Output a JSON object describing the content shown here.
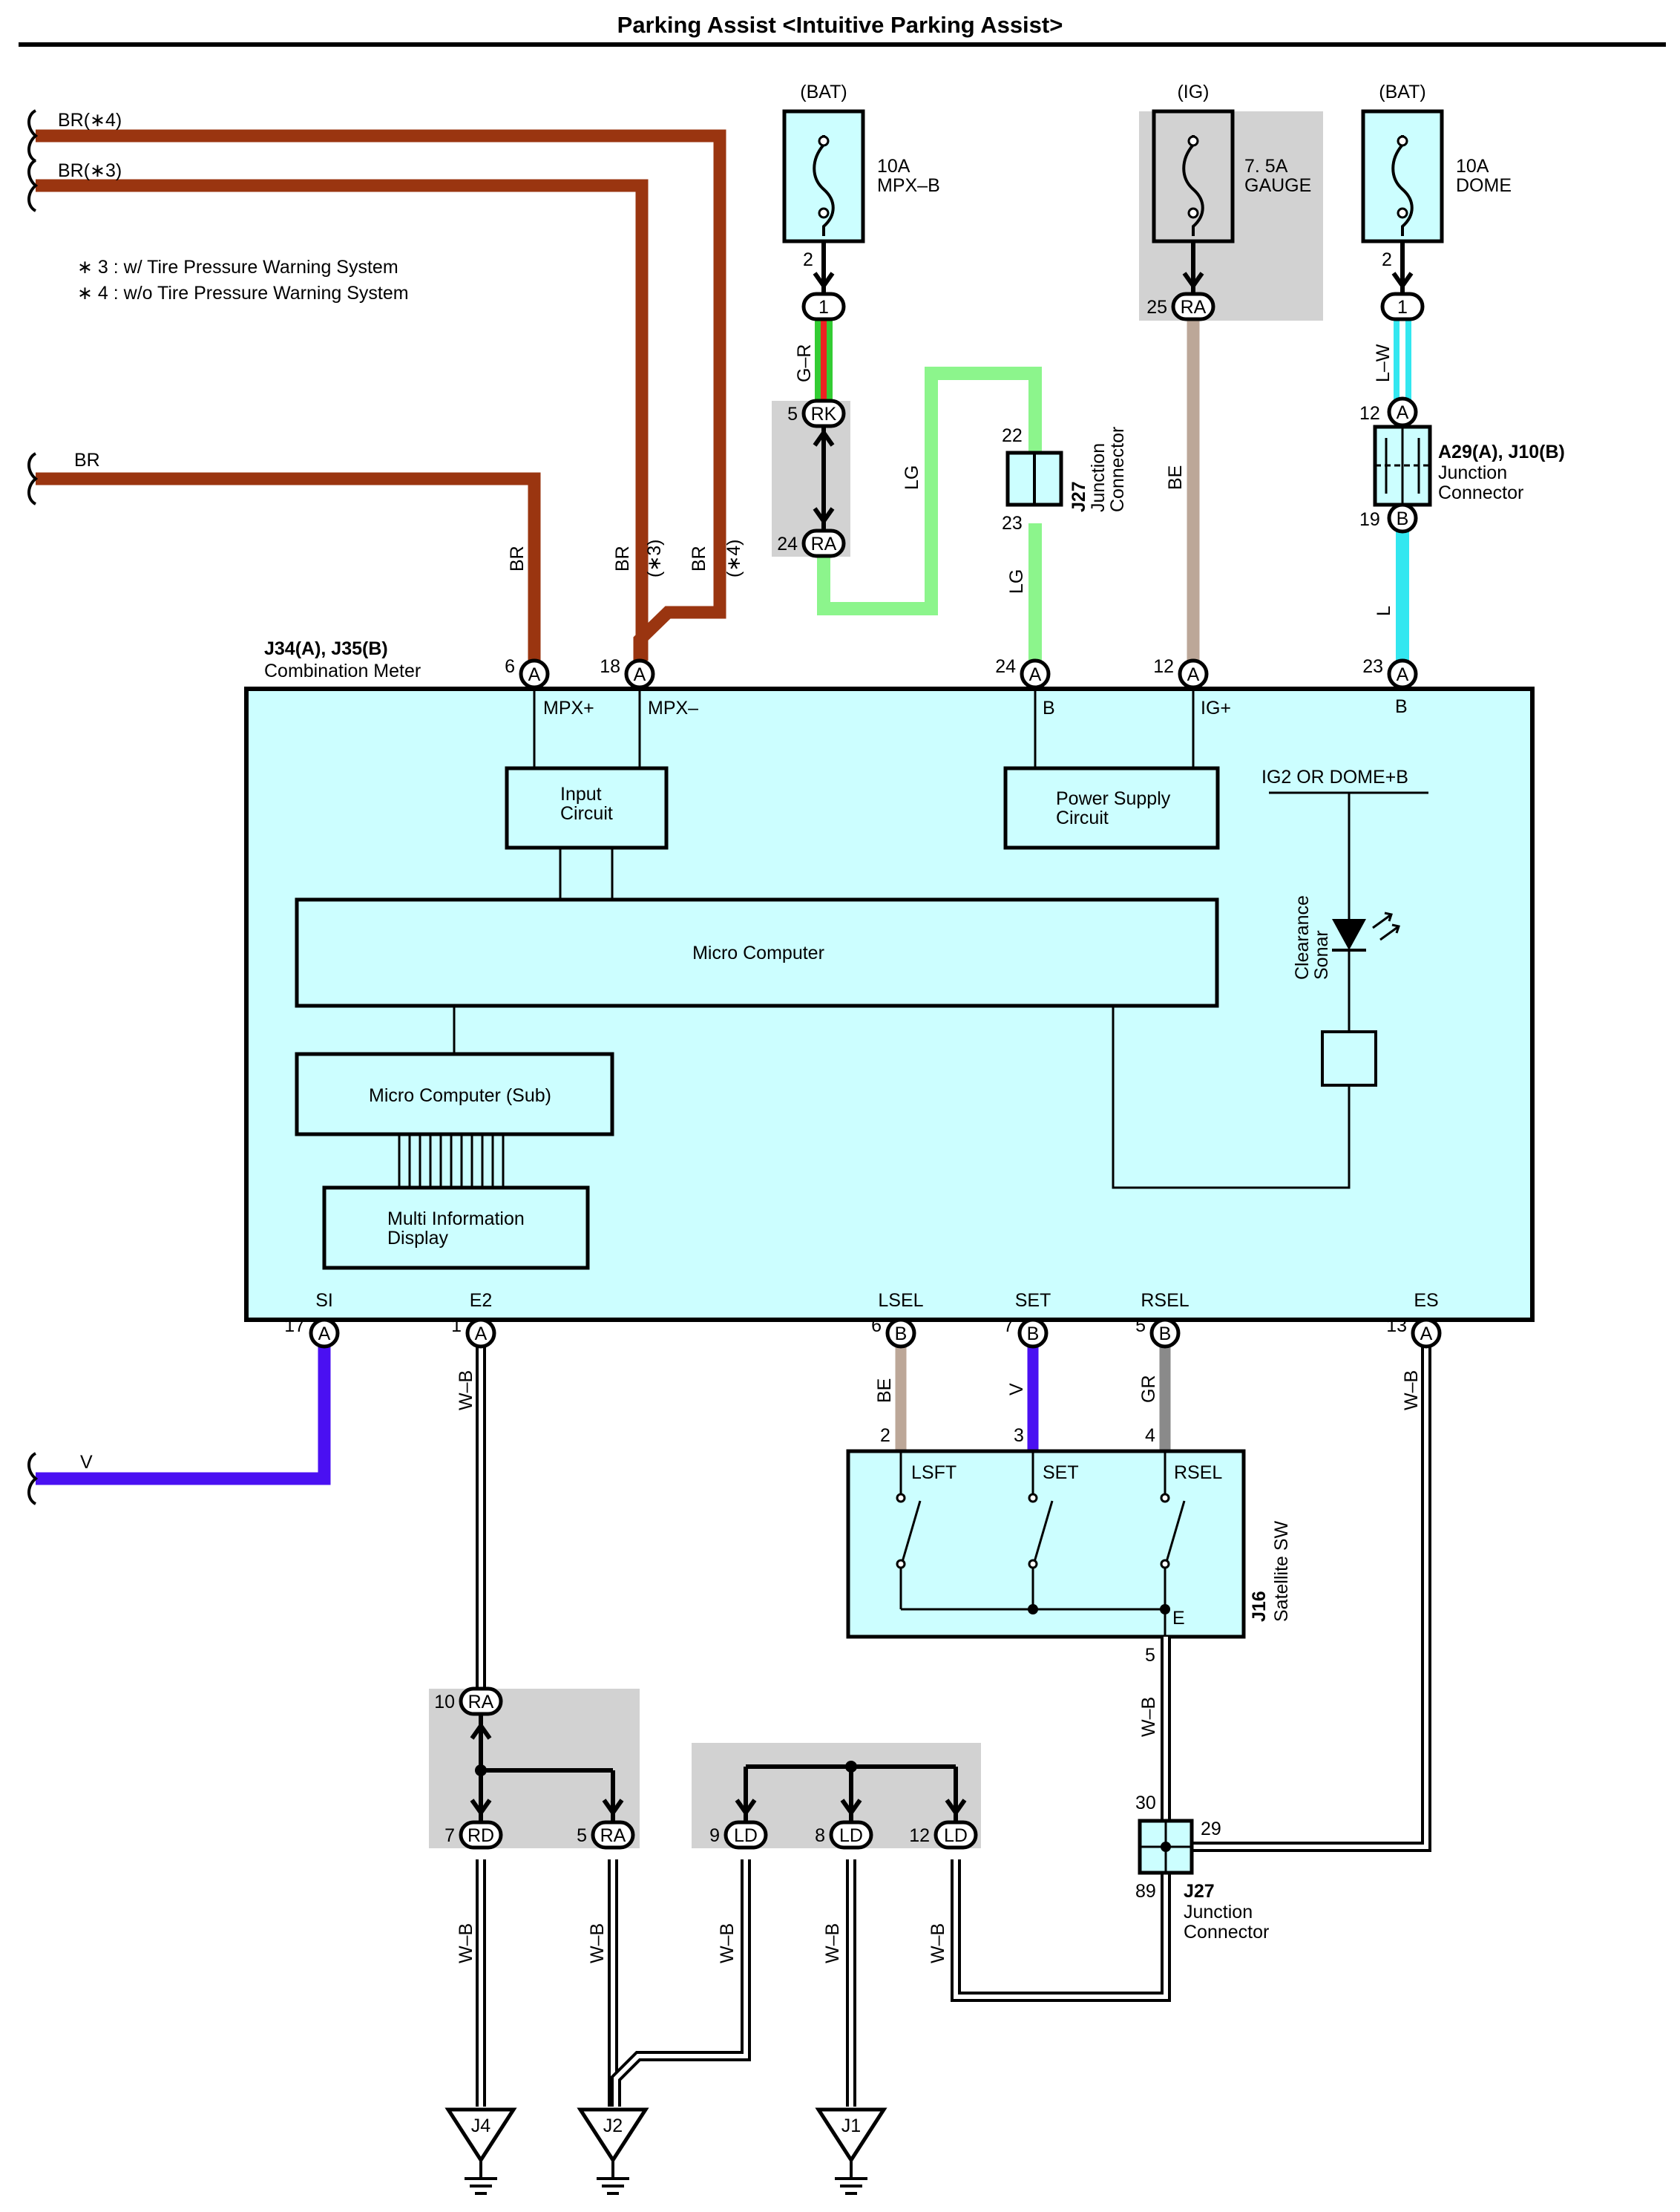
{
  "title": "Parking Assist <Intuitive Parking Assist>",
  "notes": [
    "∗ 3 : w/ Tire Pressure Warning System",
    "∗ 4 : w/o Tire Pressure Warning System"
  ],
  "colors": {
    "BR": "#9a3510",
    "G_R_green": "#33cc33",
    "G_R_red": "#ee2222",
    "LG": "#8cf58c",
    "BE": "#bca798",
    "L": "#33e7f0",
    "V": "#4a10f2",
    "GR": "#8a8a8a",
    "meter_fill": "#ccfeff",
    "shade": "#d2d2d2"
  },
  "wires_left": [
    {
      "label": "BR(∗4)"
    },
    {
      "label": "BR(∗3)"
    },
    {
      "label": "BR"
    },
    {
      "label": "V"
    }
  ],
  "fuses": [
    {
      "supply": "(BAT)",
      "rating": "10A",
      "name": "MPX–B",
      "pin": "2",
      "conn": "1"
    },
    {
      "supply": "(IG)",
      "rating": "7. 5A",
      "name": "GAUGE",
      "pin": "25",
      "conn": "RA"
    },
    {
      "supply": "(BAT)",
      "rating": "10A",
      "name": "DOME",
      "pin": "2",
      "conn": "1"
    }
  ],
  "wire_labels": {
    "g_r": "G–R",
    "lg1": "LG",
    "lg2": "LG",
    "be": "BE",
    "l_w": "L–W",
    "l": "L",
    "br1": "BR",
    "br2": "BR",
    "br3": "BR",
    "n3": "(∗3)",
    "n4": "(∗4)",
    "be2": "BE",
    "v2": "V",
    "gr": "GR",
    "wb_e2": "W–B",
    "wb_es": "W–B",
    "wb_sw": "W–B",
    "wb_j4": "W–B",
    "wb_j2": "W–B",
    "wb_ld9": "W–B",
    "wb_ld8": "W–B",
    "wb_ld12": "W–B"
  },
  "connectors": {
    "rk": {
      "pin": "5",
      "name": "RK"
    },
    "ra24": {
      "pin": "24",
      "name": "RA"
    },
    "j27_top": {
      "name": "J27",
      "desc1": "Junction",
      "desc2": "Connector",
      "pin_top": "22",
      "pin_bottom": "23"
    },
    "a29": {
      "name": "A29(A), J10(B)",
      "desc1": "Junction",
      "desc2": "Connector",
      "pin_top": "12",
      "conn_top": "A",
      "pin_bottom": "19",
      "conn_bottom": "B"
    },
    "ra10": {
      "pin": "10",
      "name": "RA"
    },
    "rd7": {
      "pin": "7",
      "name": "RD"
    },
    "ra5": {
      "pin": "5",
      "name": "RA"
    },
    "ld": [
      {
        "pin": "9",
        "name": "LD"
      },
      {
        "pin": "8",
        "name": "LD"
      },
      {
        "pin": "12",
        "name": "LD"
      }
    ],
    "j27_bottom": {
      "name": "J27",
      "desc1": "Junction",
      "desc2": "Connector",
      "pin_30": "30",
      "pin_29": "29",
      "pin_89": "89"
    }
  },
  "meter": {
    "name": "J34(A), J35(B)",
    "desc": "Combination Meter",
    "top_pins": [
      {
        "pin": "6",
        "conn": "A",
        "signal": "MPX+"
      },
      {
        "pin": "18",
        "conn": "A",
        "signal": "MPX–"
      },
      {
        "pin": "24",
        "conn": "A",
        "signal": "B"
      },
      {
        "pin": "12",
        "conn": "A",
        "signal": "IG+"
      },
      {
        "pin": "23",
        "conn": "A",
        "signal": "B"
      }
    ],
    "bottom_pins": [
      {
        "pin": "17",
        "conn": "A",
        "signal": "SI"
      },
      {
        "pin": "1",
        "conn": "A",
        "signal": "E2"
      },
      {
        "pin": "6",
        "conn": "B",
        "signal": "LSEL"
      },
      {
        "pin": "7",
        "conn": "B",
        "signal": "SET"
      },
      {
        "pin": "5",
        "conn": "B",
        "signal": "RSEL"
      },
      {
        "pin": "13",
        "conn": "A",
        "signal": "ES"
      }
    ],
    "input_circuit": [
      "Input",
      "Circuit"
    ],
    "power_supply": [
      "Power Supply",
      "Circuit"
    ],
    "micro_computer": "Micro Computer",
    "micro_computer_sub": "Micro Computer (Sub)",
    "mid": [
      "Multi Information",
      "Display"
    ],
    "ig2_dome": "IG2 OR DOME+B",
    "clearance_sonar": [
      "Clearance",
      "Sonar"
    ]
  },
  "satellite_sw": {
    "name": "J16",
    "desc": "Satellite SW",
    "pins": [
      "2",
      "3",
      "4"
    ],
    "switches": [
      "LSFT",
      "SET",
      "RSEL"
    ],
    "ground_label": "E",
    "out_pin": "5"
  },
  "grounds": [
    "J4",
    "J2",
    "J1"
  ]
}
